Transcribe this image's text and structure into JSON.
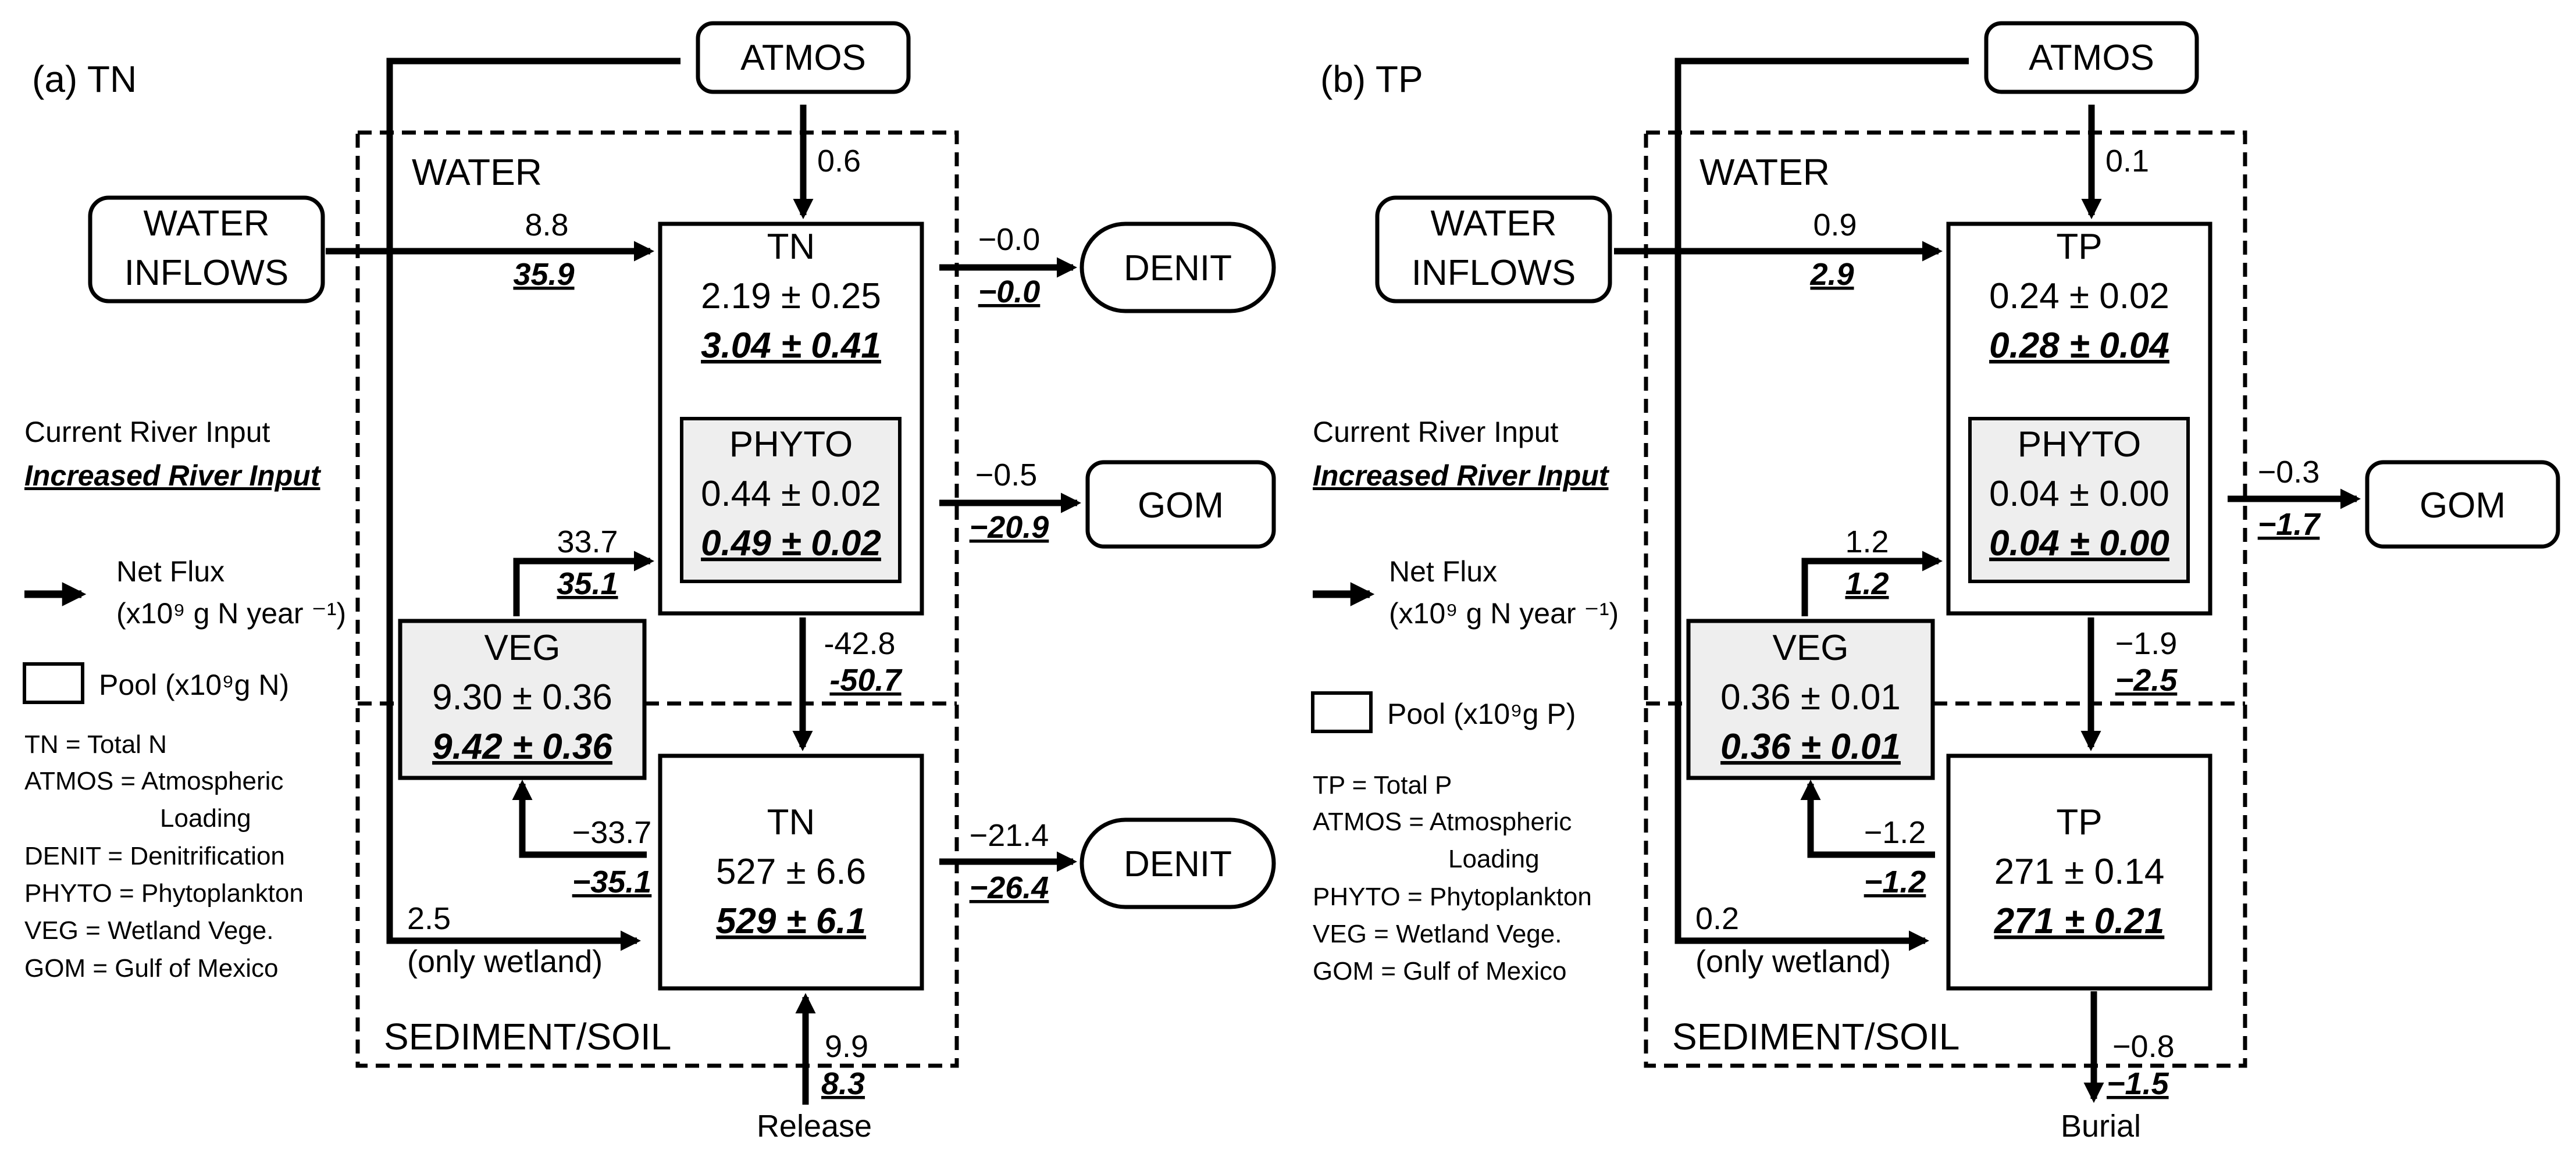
{
  "panels": [
    {
      "id": "tn",
      "title": "(a) TN",
      "atmos": "ATMOS",
      "water_label": "WATER",
      "sediment_label": "SEDIMENT/SOIL",
      "water_inflows": [
        "WATER",
        "INFLOWS"
      ],
      "pool_water": {
        "name": "TN",
        "current": "2.19 ± 0.25",
        "increased": "3.04 ± 0.41"
      },
      "pool_phyto": {
        "name": "PHYTO",
        "current": "0.44 ± 0.02",
        "increased": "0.49 ± 0.02"
      },
      "pool_veg": {
        "name": "VEG",
        "current": "9.30 ± 0.36",
        "increased": "9.42 ± 0.36"
      },
      "pool_sed": {
        "name": "TN",
        "current": "527 ± 6.6",
        "increased": "529 ± 6.1"
      },
      "sink_top": "DENIT",
      "sink_gom": "GOM",
      "sink_bottom": "DENIT",
      "fluxes": {
        "atmos": "0.6",
        "inflow_current": "8.8",
        "inflow_increased": "35.9",
        "denit_top_current": "−0.0",
        "denit_top_increased": "−0.0",
        "gom_current": "−0.5",
        "gom_increased": "−20.9",
        "veg_up_current": "33.7",
        "veg_up_increased": "35.1",
        "settle_current": "-42.8",
        "settle_increased": "-50.7",
        "veg_down_current": "−33.7",
        "veg_down_increased": "−35.1",
        "denit_bottom_current": "−21.4",
        "denit_bottom_increased": "−26.4",
        "wetland_atmos": "2.5",
        "wetland_note": "(only wetland)",
        "bottom_current": "9.9",
        "bottom_increased": "8.3",
        "bottom_label": "Release"
      },
      "legend": {
        "current": "Current River Input",
        "increased": "Increased River Input",
        "net_flux": "Net Flux",
        "flux_units": "(x10⁹ g N year ⁻¹)",
        "pool": "Pool (x10⁹g N)",
        "abbrev": [
          "TN = Total N",
          "ATMOS = Atmospheric",
          "Loading",
          "DENIT = Denitrification",
          "PHYTO = Phytoplankton",
          "VEG = Wetland Vege.",
          "GOM = Gulf of Mexico"
        ]
      }
    },
    {
      "id": "tp",
      "title": "(b) TP",
      "atmos": "ATMOS",
      "water_label": "WATER",
      "sediment_label": "SEDIMENT/SOIL",
      "water_inflows": [
        "WATER",
        "INFLOWS"
      ],
      "pool_water": {
        "name": "TP",
        "current": "0.24 ± 0.02",
        "increased": "0.28 ± 0.04"
      },
      "pool_phyto": {
        "name": "PHYTO",
        "current": "0.04 ± 0.00",
        "increased": "0.04 ± 0.00"
      },
      "pool_veg": {
        "name": "VEG",
        "current": "0.36 ± 0.01",
        "increased": "0.36 ± 0.01"
      },
      "pool_sed": {
        "name": "TP",
        "current": "271 ± 0.14",
        "increased": "271 ± 0.21"
      },
      "sink_gom": "GOM",
      "fluxes": {
        "atmos": "0.1",
        "inflow_current": "0.9",
        "inflow_increased": "2.9",
        "gom_current": "−0.3",
        "gom_increased": "−1.7",
        "veg_up_current": "1.2",
        "veg_up_increased": "1.2",
        "settle_current": "−1.9",
        "settle_increased": "−2.5",
        "veg_down_current": "−1.2",
        "veg_down_increased": "−1.2",
        "wetland_atmos": "0.2",
        "wetland_note": "(only wetland)",
        "bottom_current": "−0.8",
        "bottom_increased": "−1.5",
        "bottom_label": "Burial"
      },
      "legend": {
        "current": "Current River Input",
        "increased": "Increased River Input",
        "net_flux": "Net Flux",
        "flux_units": "(x10⁹ g N year ⁻¹)",
        "pool": "Pool (x10⁹g P)",
        "abbrev": [
          "TP = Total P",
          "ATMOS = Atmospheric",
          "Loading",
          "PHYTO = Phytoplankton",
          "VEG = Wetland Vege.",
          "GOM = Gulf of Mexico"
        ]
      }
    }
  ]
}
